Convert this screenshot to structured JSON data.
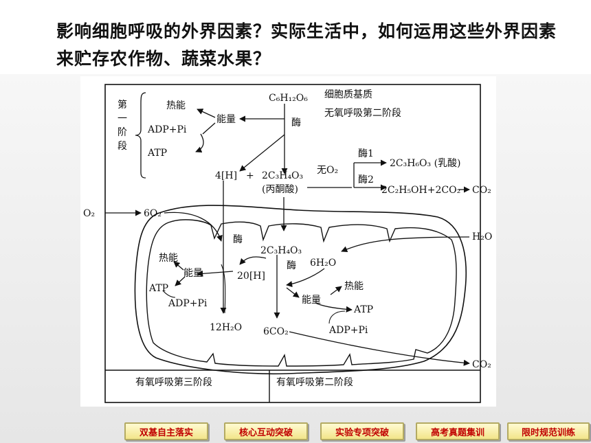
{
  "question": "影响细胞呼吸的外界因素？实际生活中，如何运用这些外界因素来贮存农作物、蔬菜水果？",
  "diagram": {
    "stage1_vertical": [
      "第",
      "一",
      "阶",
      "段"
    ],
    "heat_top": "热能",
    "energy_top": "能量",
    "adp_top": "ADP+Pi",
    "atp_top": "ATP",
    "glucose": "C₆H₁₂O₆",
    "enzyme_top": "酶",
    "cytoplasm_title": "细胞质基质",
    "anaerobic_stage2": "无氧呼吸第二阶段",
    "h4": "4[H]",
    "plus": "+",
    "pyruvate_formula": "2C₃H₄O₃",
    "pyruvate_name": "(丙酮酸)",
    "no_o2": "无O₂",
    "enzyme1": "酶1",
    "enzyme2": "酶2",
    "lactic_product": "2C₃H₆O₃ (乳酸)",
    "ethanol_product": "2C₂H₅OH+2CO₂",
    "co2_right_upper": "CO₂",
    "o2_left": "O₂",
    "o2_6": "6O₂",
    "h2o_right": "H₂O",
    "enzyme_mito_left": "酶",
    "pyruvate_mito": "2C₃H₄O₃",
    "enzyme_mito_mid": "酶",
    "h2o_6": "6H₂O",
    "heat_left": "热能",
    "energy_left": "能量",
    "atp_left": "ATP",
    "adp_left": "ADP+Pi",
    "h20": "20[H]",
    "energy_right": "能量",
    "heat_right": "热能",
    "atp_right": "ATP",
    "adp_right": "ADP+Pi",
    "h2o_12": "12H₂O",
    "co2_6": "6CO₂",
    "co2_right_lower": "CO₂",
    "aerobic_stage3": "有氧呼吸第三阶段",
    "aerobic_stage2": "有氧呼吸第二阶段"
  },
  "nav": [
    "双基自主落实",
    "核心互动突破",
    "实验专项突破",
    "高考真题集训",
    "限时规范训练"
  ],
  "colors": {
    "nav_text": "#c00000",
    "nav_bg_top": "#fffbd2",
    "nav_bg_bottom": "#f2e589",
    "nav_border": "#b3aa62"
  }
}
